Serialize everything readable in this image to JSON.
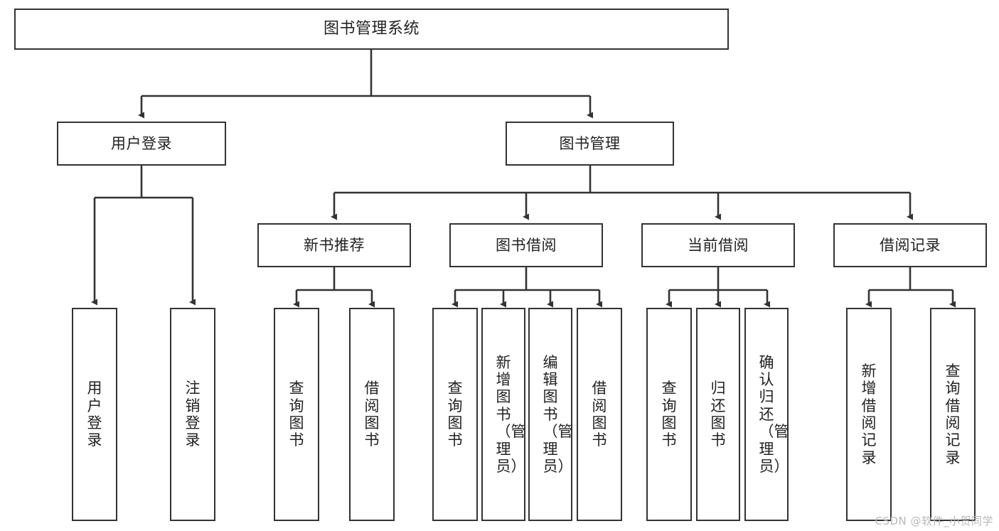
{
  "diagram": {
    "title": "图书管理系统",
    "type": "tree",
    "watermark": "CSDN @软件_小贺同学",
    "colors": {
      "node_border": "#333333",
      "node_fill": "#ffffff",
      "edge": "#333333",
      "text": "#222222",
      "watermark": "#b9b9b9",
      "background": "#ffffff"
    },
    "nodes": {
      "root": {
        "label": "图书管理系统"
      },
      "level1": [
        {
          "id": "user-login",
          "label": "用户登录"
        },
        {
          "id": "book-manage",
          "label": "图书管理"
        }
      ],
      "level2": [
        {
          "id": "new-book-recommend",
          "label": "新书推荐"
        },
        {
          "id": "book-borrow",
          "label": "图书借阅"
        },
        {
          "id": "current-borrow",
          "label": "当前借阅"
        },
        {
          "id": "borrow-record",
          "label": "借阅记录"
        }
      ],
      "leaves": {
        "user-login": [
          {
            "id": "leaf-user-login",
            "label": "用户登录"
          },
          {
            "id": "leaf-logout",
            "label": "注销登录"
          }
        ],
        "new-book-recommend": [
          {
            "id": "leaf-query-book-1",
            "label": "查询图书"
          },
          {
            "id": "leaf-borrow-book-1",
            "label": "借阅图书"
          }
        ],
        "book-borrow": [
          {
            "id": "leaf-query-book-2",
            "label": "查询图书"
          },
          {
            "id": "leaf-add-book",
            "label": "新增图书（管理员）"
          },
          {
            "id": "leaf-edit-book",
            "label": "编辑图书（管理员）"
          },
          {
            "id": "leaf-borrow-book-2",
            "label": "借阅图书"
          }
        ],
        "current-borrow": [
          {
            "id": "leaf-query-book-3",
            "label": "查询图书"
          },
          {
            "id": "leaf-return-book",
            "label": "归还图书"
          },
          {
            "id": "leaf-confirm-return",
            "label": "确认归还（管理员）"
          }
        ],
        "borrow-record": [
          {
            "id": "leaf-add-record",
            "label": "新增借阅记录"
          },
          {
            "id": "leaf-query-record",
            "label": "查询借阅记录"
          }
        ]
      }
    }
  }
}
